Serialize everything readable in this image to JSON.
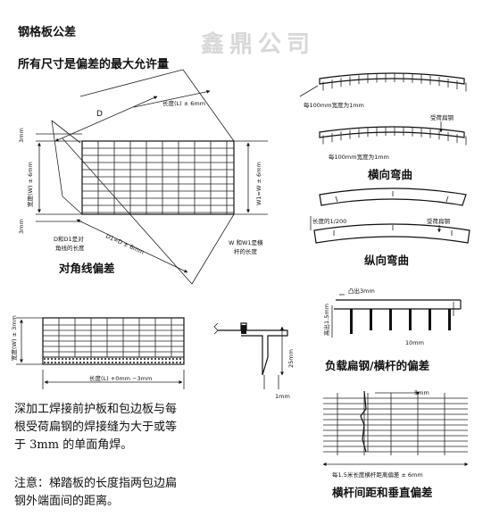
{
  "header": {
    "title": "钢格板公差",
    "subtitle": "所有尺寸是偏差的最大允许量",
    "watermark": "鑫鼎公司"
  },
  "diagonal": {
    "length_label": "长度(L) ± 6mm",
    "d_label": "D",
    "dim_top": "3mm",
    "dim_bottom": "3mm",
    "width_left": "宽度(W) ± 6mm",
    "width_right": "W1=W ± 6mm",
    "d1_label": "D1=D ± 6mm",
    "note_d_line1": "D和D1是对",
    "note_d_line2": "角线的长度",
    "note_w_line1": "W 和W1是横",
    "note_w_line2": "杆的长度",
    "caption": "对角线偏差"
  },
  "lateral": {
    "spec1": "每100mm宽度为1mm",
    "spec2": "每100mm宽度为1mm",
    "bar_label": "受荷扁钢",
    "caption": "横向弯曲"
  },
  "longitudinal": {
    "spec": "长度的1/200",
    "bar_label": "受荷扁钢",
    "caption": "纵向弯曲"
  },
  "bearing": {
    "protrude": "凸出3mm",
    "height": "高出1.5mm",
    "spacing": "10mm",
    "caption": "负载扁钢/横杆的偏差"
  },
  "end_plate": {
    "width": "宽度(W) ± 3mm",
    "length": "长度(L) +0mm −3mm",
    "dim_25": "25mm",
    "dim_1": "1mm"
  },
  "crossbar": {
    "offset": "5mm",
    "spec": "每1.5米长度横杆距离偏差  ± 6mm",
    "caption": "横杆间距和垂直偏差"
  },
  "notes": {
    "weld_line1": "深加工焊接前护板和包边板与每",
    "weld_line2": "根受荷扁钢的焊接缝为大于或等",
    "weld_line3": "于 3mm 的单面角焊。",
    "note_line1": "注意：梯踏板的长度指两包边扁",
    "note_line2": "钢外端面间的距离。"
  }
}
